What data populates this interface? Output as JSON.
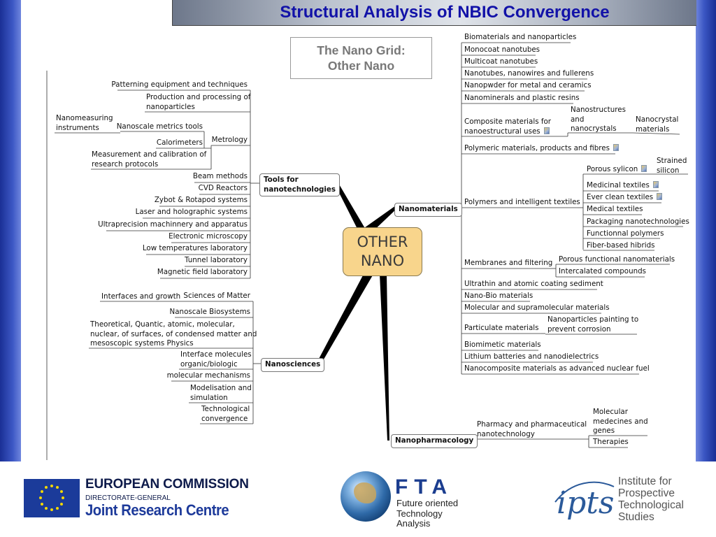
{
  "header": {
    "title": "Structural Analysis of NBIC Convergence"
  },
  "mindmap": {
    "center_label": [
      "OTHER",
      "NANO"
    ],
    "grid_title": [
      "The Nano Grid:",
      "Other Nano"
    ],
    "hubs": {
      "tools": [
        "Tools for",
        "nanotechnologies"
      ],
      "nanomaterials": "Nanomaterials",
      "nanosciences": "Nanosciences",
      "nanopharmacology": "Nanopharmacology"
    },
    "tools_items": {
      "patterning": "Patterning equipment and techniques",
      "production": [
        "Production and processing of",
        "nanoparticles"
      ],
      "metrology": "Metrology",
      "nanomeasuring": [
        "Nanomeasuring",
        "instruments"
      ],
      "nanoscale_metrics": "Nanoscale metrics tools",
      "calorimeters": "Calorimeters",
      "measurement": [
        "Measurement and calibration of",
        "research protocols"
      ],
      "beam": "Beam methods",
      "cvd": "CVD Reactors",
      "zybot": "Zybot & Rotapod systems",
      "laser": "Laser and holographic systems",
      "ultraprecision": "Ultraprecision machinnery and apparatus",
      "electronic": "Electronic microscopy",
      "lowtemp": "Low temperatures laboratory",
      "tunnel": "Tunnel laboratory",
      "magnetic": "Magnetic field laboratory"
    },
    "nanosciences_items": {
      "sciences_of_matter": "Sciences of Matter",
      "interfaces_growth": "Interfaces and growth",
      "biosystems": "Nanoscale Biosystems",
      "theoretical": [
        "Theoretical, Quantic, atomic, molecular,",
        "nuclear, of surfaces, of condensed matter and",
        "mesoscopic systems Physics"
      ],
      "interface_molecules": [
        "Interface molecules",
        "organic/biologic"
      ],
      "molecular_mechanisms": "molecular mechanisms",
      "modelisation": [
        "Modelisation and",
        "simulation"
      ],
      "technological": [
        "Technological",
        "convergence"
      ]
    },
    "nanomaterials_items": {
      "biomaterials": "Biomaterials and nanoparticles",
      "monocoat": "Monocoat nanotubes",
      "multicoat": "Multicoat nanotubes",
      "nanotubes": "Nanotubes, nanowires and fullerens",
      "nanopowder": "Nanopwder for metal and ceramics",
      "nanominerals": "Nanominerals and plastic resins",
      "composite": [
        "Composite materials for",
        "nanoestructural uses"
      ],
      "nanostructures": [
        "Nanostructures",
        "and",
        "nanocrystals"
      ],
      "nanocrystal_materials": [
        "Nanocrystal",
        "materials"
      ],
      "polymeric": "Polymeric materials, products and fibres",
      "polymers_textiles": "Polymers and intelligent textiles",
      "porous_sylicon": "Porous sylicon",
      "strained_silicon": [
        "Strained",
        "silicon"
      ],
      "medicinal": "Medicinal textiles",
      "ever_clean": "Ever clean textiles",
      "medical": "Medical textiles",
      "packaging": "Packaging nanotechnologies",
      "functionnal": "Functionnal polymers",
      "fiber_based": "Fiber-based hibrids",
      "membranes": "Membranes and filtering",
      "porous_functional": "Porous functional nanomaterials",
      "intercalated": "Intercalated compounds",
      "ultrathin": "Ultrathin and atomic coating sediment",
      "nanobio": "Nano-Bio materials",
      "molecular_supra": "Molecular and supramolecular materials",
      "particulate": "Particulate materials",
      "nanoparticles_painting": [
        "Nanoparticles painting to",
        "prevent corrosion"
      ],
      "biomimetic": "Biomimetic materials",
      "lithium": "Lithium batteries and nanodielectrics",
      "nanocomposite": "Nanocomposite materials as advanced nuclear fuel"
    },
    "nanopharmacology_items": {
      "pharmacy": [
        "Pharmacy and pharmaceutical",
        "nanotechnology"
      ],
      "molecular_medicines": [
        "Molecular",
        "medecines and",
        "genes"
      ],
      "therapies": "Therapies"
    }
  },
  "footer": {
    "ec_title": "EUROPEAN COMMISSION",
    "ec_dg": "DIRECTORATE-GENERAL",
    "ec_jrc": "Joint Research Centre",
    "fta_acronym": "FTA",
    "fta_lines": [
      "Future oriented",
      "Technology",
      "Analysis"
    ],
    "ipts_logo_text": "ipts",
    "ipts_lines": [
      "Institute for",
      "Prospective",
      "Technological",
      "Studies"
    ]
  }
}
